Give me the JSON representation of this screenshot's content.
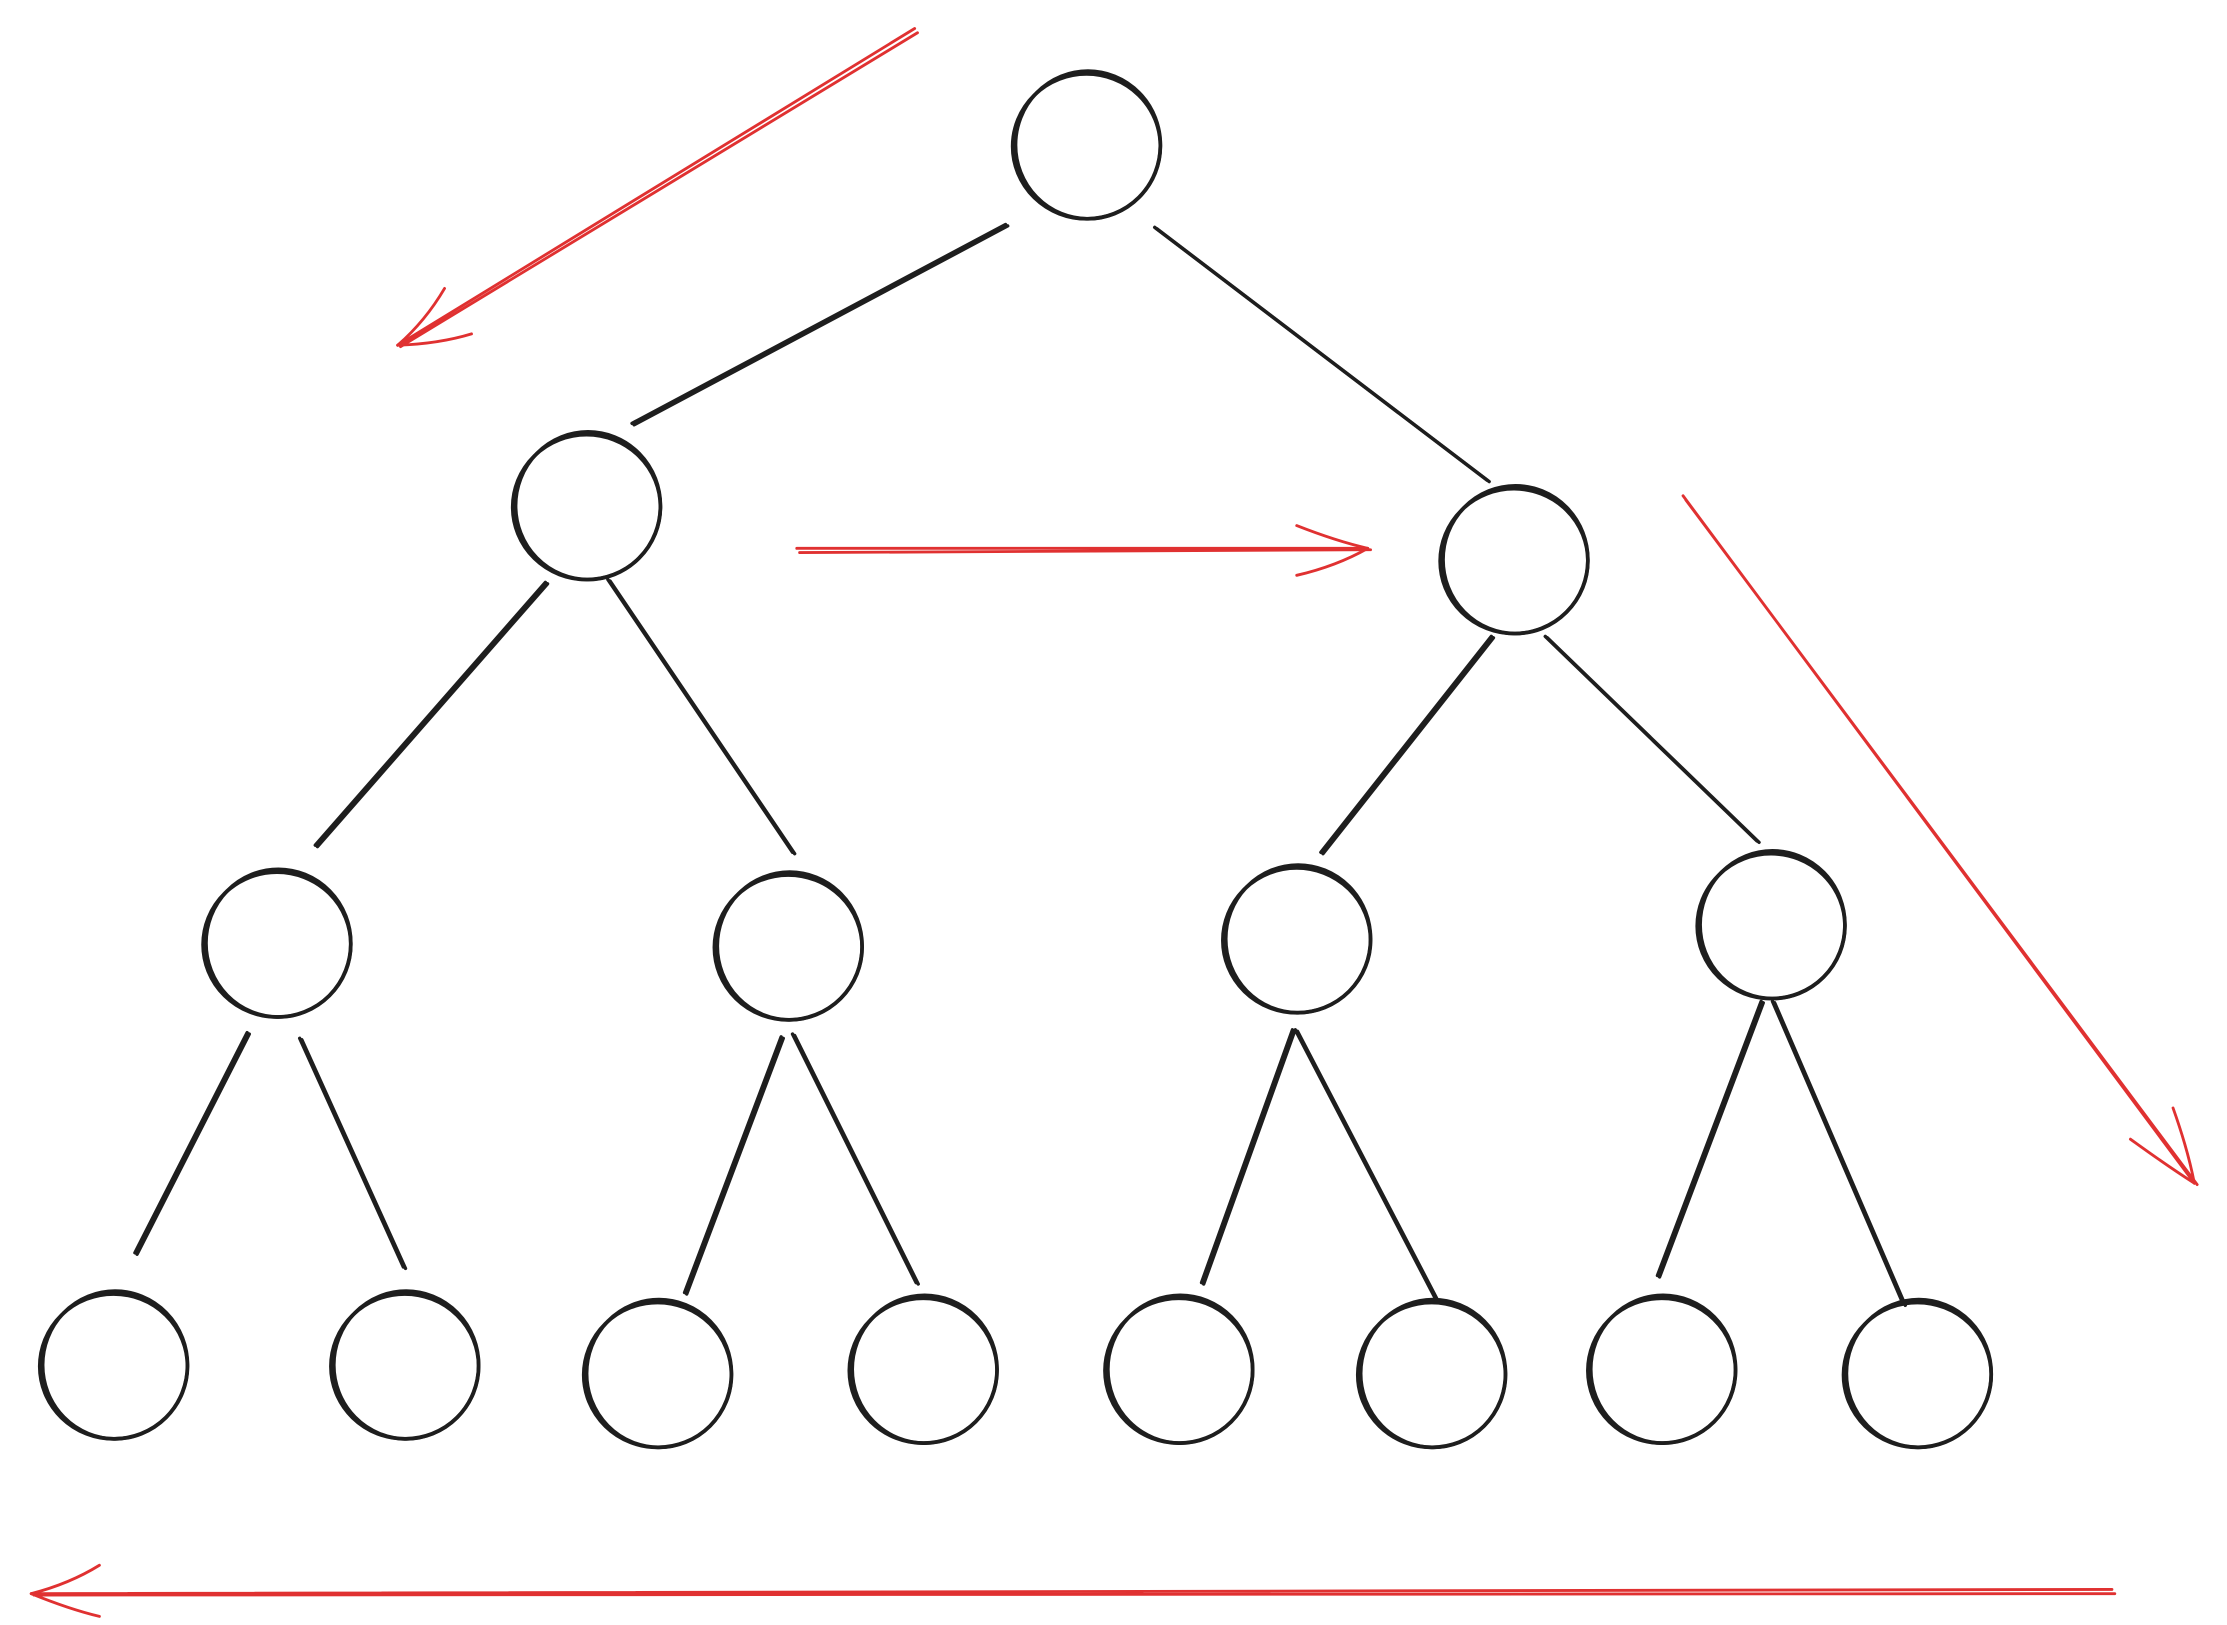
{
  "diagram": {
    "type": "binary-tree-traversal-sketch",
    "colors": {
      "tree": "#1e1e1e",
      "arrows": "#e03131",
      "background": "#ffffff"
    },
    "tree": {
      "levels": 4,
      "nodes": [
        "n0",
        "n1",
        "n2",
        "n3",
        "n4",
        "n5",
        "n6",
        "n7",
        "n8",
        "n9",
        "n10",
        "n11",
        "n12",
        "n13",
        "n14"
      ],
      "edges": [
        [
          "n0",
          "n1"
        ],
        [
          "n0",
          "n2"
        ],
        [
          "n1",
          "n3"
        ],
        [
          "n1",
          "n4"
        ],
        [
          "n2",
          "n5"
        ],
        [
          "n2",
          "n6"
        ],
        [
          "n3",
          "n7"
        ],
        [
          "n3",
          "n8"
        ],
        [
          "n4",
          "n9"
        ],
        [
          "n4",
          "n10"
        ],
        [
          "n5",
          "n11"
        ],
        [
          "n5",
          "n12"
        ],
        [
          "n6",
          "n13"
        ],
        [
          "n6",
          "n14"
        ]
      ]
    },
    "arrows": [
      {
        "name": "arrow-top-left-down",
        "direction": "down-left"
      },
      {
        "name": "arrow-level1-right",
        "direction": "right"
      },
      {
        "name": "arrow-right-side-down",
        "direction": "down-right"
      },
      {
        "name": "arrow-bottom-left",
        "direction": "left"
      }
    ]
  }
}
